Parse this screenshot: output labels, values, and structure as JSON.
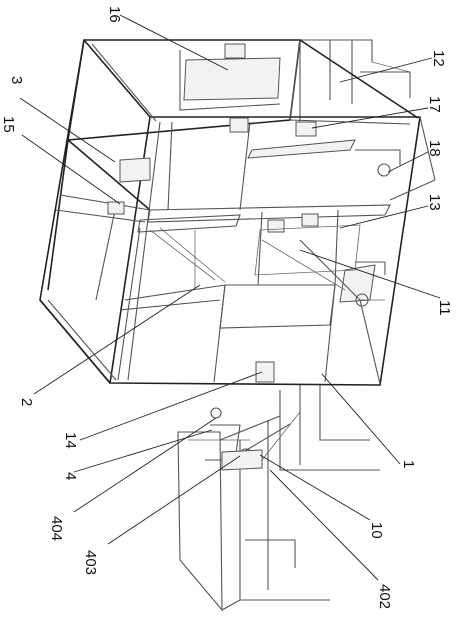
{
  "labels": [
    {
      "id": "ref-16",
      "text": "16"
    },
    {
      "id": "ref-12",
      "text": "12"
    },
    {
      "id": "ref-3",
      "text": "3"
    },
    {
      "id": "ref-15",
      "text": "15"
    },
    {
      "id": "ref-17",
      "text": "17"
    },
    {
      "id": "ref-18",
      "text": "18"
    },
    {
      "id": "ref-13",
      "text": "13"
    },
    {
      "id": "ref-11",
      "text": "11"
    },
    {
      "id": "ref-2",
      "text": "2"
    },
    {
      "id": "ref-14",
      "text": "14"
    },
    {
      "id": "ref-1",
      "text": "1"
    },
    {
      "id": "ref-4",
      "text": "4"
    },
    {
      "id": "ref-404",
      "text": "404"
    },
    {
      "id": "ref-10",
      "text": "10"
    },
    {
      "id": "ref-403",
      "text": "403"
    },
    {
      "id": "ref-402",
      "text": "402"
    }
  ]
}
